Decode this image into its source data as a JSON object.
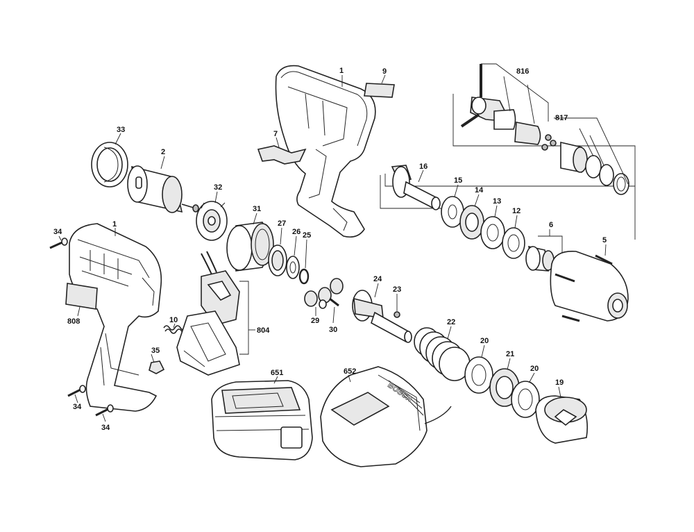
{
  "labels": {
    "p1_housing": "1",
    "p1_body": "1",
    "p2": "2",
    "p5": "5",
    "p6": "6",
    "p7": "7",
    "p9": "9",
    "p10": "10",
    "p12": "12",
    "p13": "13",
    "p14": "14",
    "p15": "15",
    "p16": "16",
    "p19": "19",
    "p20a": "20",
    "p20b": "20",
    "p21": "21",
    "p22": "22",
    "p23": "23",
    "p24": "24",
    "p25": "25",
    "p26": "26",
    "p27": "27",
    "p29": "29",
    "p30": "30",
    "p31": "31",
    "p32": "32",
    "p33": "33",
    "p34a": "34",
    "p34b": "34",
    "p34c": "34",
    "p35": "35",
    "p651": "651",
    "p652": "652",
    "p804": "804",
    "p808": "808",
    "p816": "816",
    "p817": "817"
  },
  "brand_text": "BOSCH"
}
